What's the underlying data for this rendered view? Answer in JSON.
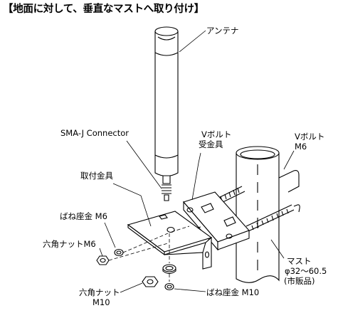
{
  "title": "【地面に対して、垂直なマストへ取り付け】",
  "labels": {
    "antenna": "アンテナ",
    "sma_connector": "SMA-J Connector",
    "v_bolt_receiver_line1": "Vボルト",
    "v_bolt_receiver_line2": "受金具",
    "v_bolt_m6_line1": "Vボルト",
    "v_bolt_m6_line2": "M6",
    "mount_bracket": "取付金具",
    "spring_washer_m6": "ばね座金 M6",
    "hex_nut_m6": "六角ナットM6",
    "hex_nut_m10_line1": "六角ナット",
    "hex_nut_m10_line2": "M10",
    "spring_washer_m10": "ばね座金 M10",
    "mast_line1": "マスト",
    "mast_line2": "φ32～60.5",
    "mast_line3": "(市販品)"
  }
}
